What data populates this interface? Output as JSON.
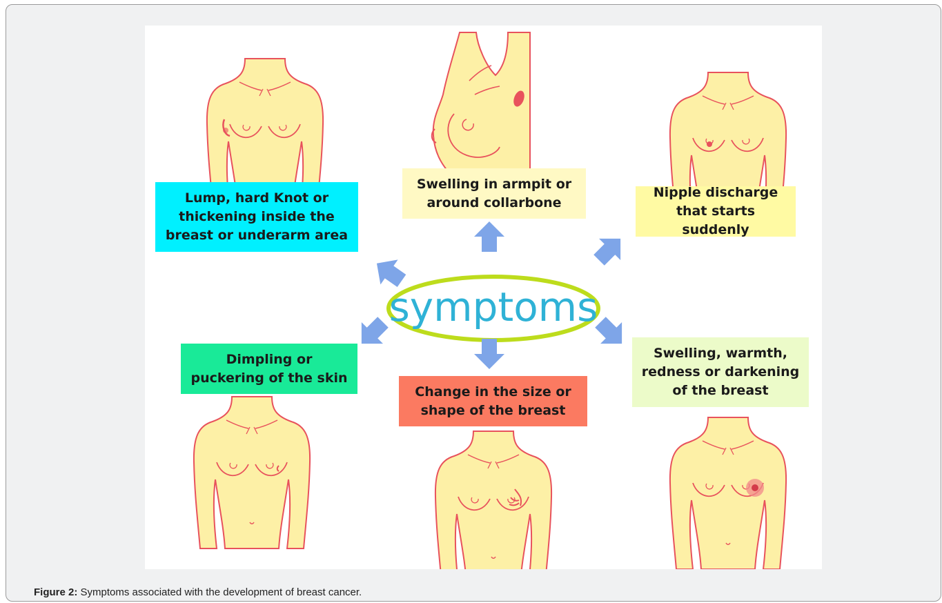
{
  "figure": {
    "center_label": "symptoms",
    "boxes": [
      {
        "text": "Lump, hard Knot or\nthickening inside the\nbreast or underarm area",
        "color": "#00f0ff"
      },
      {
        "text": "Swelling in armpit or\naround collarbone",
        "color": "#fff9c4"
      },
      {
        "text": "Nipple discharge\nthat starts suddenly",
        "color": "#fffaa3"
      },
      {
        "text": "Dimpling or\npuckering of the skin",
        "color": "#19ea98"
      },
      {
        "text": "Change in the size or\nshape of the breast",
        "color": "#fb7a61"
      },
      {
        "text": "Swelling, warmth,\nredness or darkening\nof the breast",
        "color": "#ecfbc9"
      }
    ],
    "colors": {
      "skin": "#fdf0a6",
      "outline": "#e8525c",
      "arrow": "#7ea5e8",
      "ellipse": "#bddc1c",
      "center_text": "#2fb2d6"
    }
  },
  "caption": {
    "prefix": "Figure 2:",
    "text": " Symptoms associated with the development of breast cancer."
  }
}
